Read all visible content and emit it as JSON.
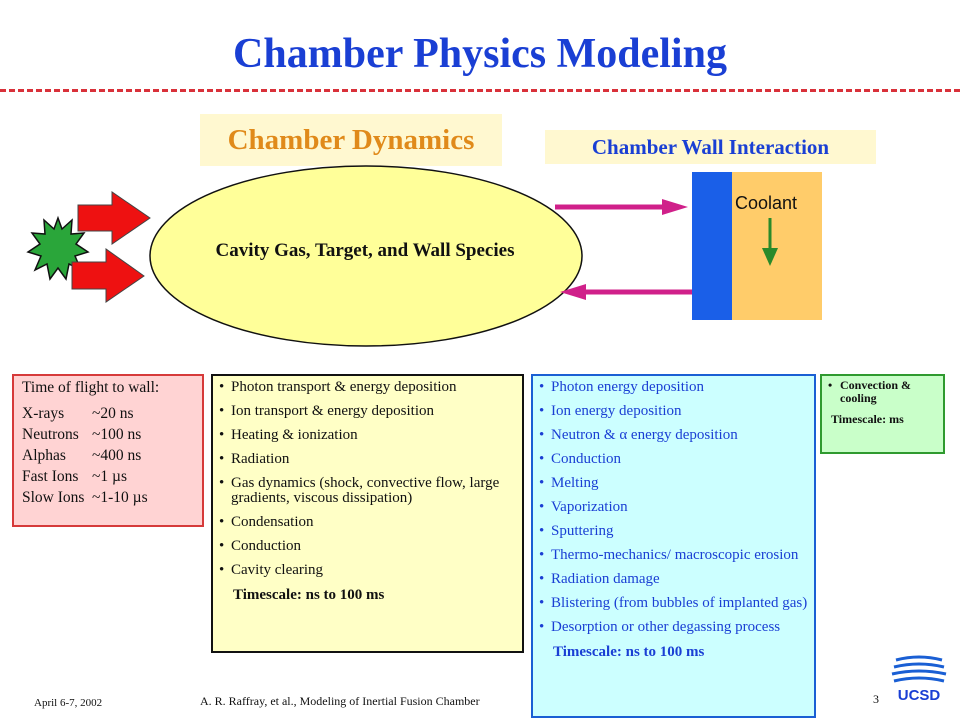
{
  "title": "Chamber Physics Modeling",
  "chamber_dynamics_label": "Chamber Dynamics",
  "chamber_wall_label": "Chamber Wall Interaction",
  "ellipse_label": "Cavity Gas, Target, and Wall Species",
  "coolant_label": "Coolant",
  "time_of_flight": {
    "heading": "Time of flight to wall:",
    "rows": [
      {
        "particle": "X-rays",
        "time": "~20 ns"
      },
      {
        "particle": "Neutrons",
        "time": "~100 ns"
      },
      {
        "particle": "Alphas",
        "time": "~400 ns"
      },
      {
        "particle": "Fast Ions",
        "time": "~1 µs"
      },
      {
        "particle": "Slow Ions",
        "time": "~1-10 µs"
      }
    ]
  },
  "dynamics_box": {
    "items": [
      "Photon transport & energy deposition",
      "Ion transport & energy deposition",
      "Heating & ionization",
      "Radiation",
      "Gas dynamics (shock, convective flow, large gradients, viscous dissipation)",
      "Condensation",
      "Conduction",
      "Cavity clearing"
    ],
    "timescale": "Timescale:  ns to 100 ms"
  },
  "wall_box": {
    "items": [
      "Photon energy deposition",
      "Ion energy deposition",
      "Neutron & α energy deposition",
      "Conduction",
      "Melting",
      "Vaporization",
      "Sputtering",
      "Thermo-mechanics/ macroscopic erosion",
      "Radiation damage",
      "Blistering (from bubbles of implanted gas)",
      "Desorption or other degassing process"
    ],
    "timescale": "Timescale: ns to 100 ms"
  },
  "coolant_box": {
    "items": [
      "Convection & cooling"
    ],
    "timescale": "Timescale:  ms"
  },
  "footer": {
    "date": "April 6-7, 2002",
    "author": "A. R. Raffray, et al., Modeling of Inertial Fusion Chamber",
    "page": "3"
  },
  "logo_text": "UCSD",
  "colors": {
    "title": "#1a3fd4",
    "accent_orange": "#e08a1a",
    "arrow_red": "#ee1111",
    "arrow_magenta": "#d0208a",
    "wall_blue": "#1a5fe8",
    "coolant_tan": "#ffcc6a",
    "burst_green": "#2aa63a",
    "ellipse_fill": "#ffff99"
  },
  "icons": [
    "starburst-icon",
    "red-arrow-icon",
    "magenta-arrow-icon",
    "down-arrow-icon",
    "ucsd-logo-icon"
  ]
}
